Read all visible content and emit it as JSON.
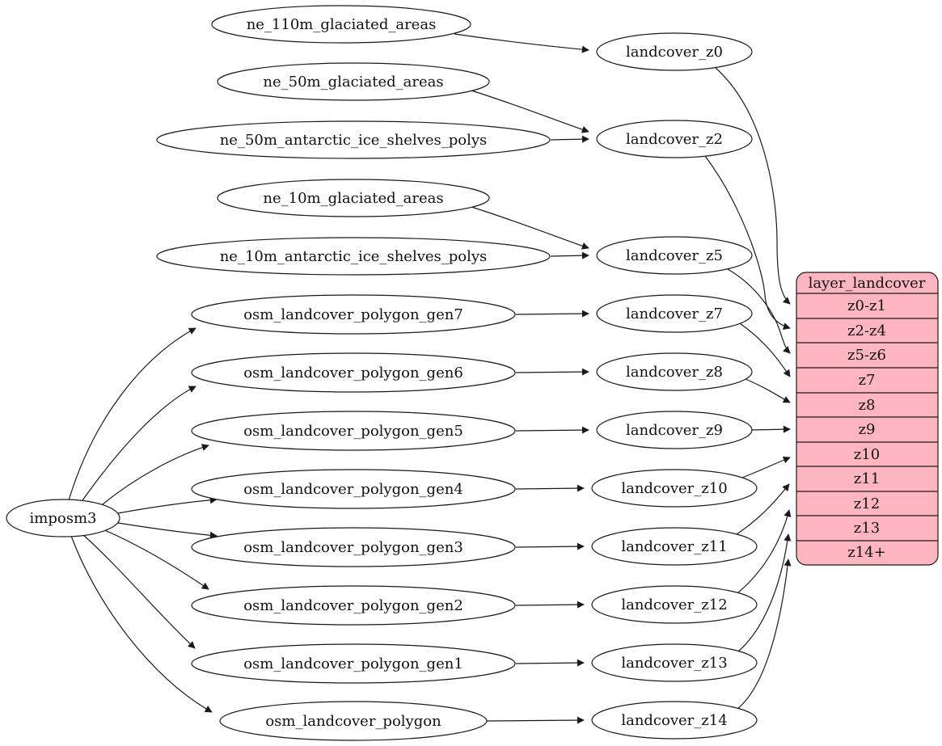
{
  "colors": {
    "background": "#ffffff",
    "node_fill": "#ffffff",
    "stroke": "#1a1a1a",
    "table_fill": "#ffb6c1"
  },
  "importer": {
    "label": "imposm3"
  },
  "sources": [
    "ne_110m_glaciated_areas",
    "ne_50m_glaciated_areas",
    "ne_50m_antarctic_ice_shelves_polys",
    "ne_10m_glaciated_areas",
    "ne_10m_antarctic_ice_shelves_polys",
    "osm_landcover_polygon_gen7",
    "osm_landcover_polygon_gen6",
    "osm_landcover_polygon_gen5",
    "osm_landcover_polygon_gen4",
    "osm_landcover_polygon_gen3",
    "osm_landcover_polygon_gen2",
    "osm_landcover_polygon_gen1",
    "osm_landcover_polygon"
  ],
  "layers": [
    "landcover_z0",
    "landcover_z2",
    "landcover_z5",
    "landcover_z7",
    "landcover_z8",
    "landcover_z9",
    "landcover_z10",
    "landcover_z11",
    "landcover_z12",
    "landcover_z13",
    "landcover_z14"
  ],
  "table": {
    "title": "layer_landcover",
    "rows": [
      "z0-z1",
      "z2-z4",
      "z5-z6",
      "z7",
      "z8",
      "z9",
      "z10",
      "z11",
      "z12",
      "z13",
      "z14+"
    ]
  },
  "edges": [
    {
      "from": "ne_110m_glaciated_areas",
      "to": "landcover_z0"
    },
    {
      "from": "ne_50m_glaciated_areas",
      "to": "landcover_z2"
    },
    {
      "from": "ne_50m_antarctic_ice_shelves_polys",
      "to": "landcover_z2"
    },
    {
      "from": "ne_10m_glaciated_areas",
      "to": "landcover_z5"
    },
    {
      "from": "ne_10m_antarctic_ice_shelves_polys",
      "to": "landcover_z5"
    },
    {
      "from": "osm_landcover_polygon_gen7",
      "to": "landcover_z7"
    },
    {
      "from": "osm_landcover_polygon_gen6",
      "to": "landcover_z8"
    },
    {
      "from": "osm_landcover_polygon_gen5",
      "to": "landcover_z9"
    },
    {
      "from": "osm_landcover_polygon_gen4",
      "to": "landcover_z10"
    },
    {
      "from": "osm_landcover_polygon_gen3",
      "to": "landcover_z11"
    },
    {
      "from": "osm_landcover_polygon_gen2",
      "to": "landcover_z12"
    },
    {
      "from": "osm_landcover_polygon_gen1",
      "to": "landcover_z13"
    },
    {
      "from": "osm_landcover_polygon",
      "to": "landcover_z14"
    },
    {
      "from": "imposm3",
      "to": "osm_landcover_polygon_gen7"
    },
    {
      "from": "imposm3",
      "to": "osm_landcover_polygon_gen6"
    },
    {
      "from": "imposm3",
      "to": "osm_landcover_polygon_gen5"
    },
    {
      "from": "imposm3",
      "to": "osm_landcover_polygon_gen4"
    },
    {
      "from": "imposm3",
      "to": "osm_landcover_polygon_gen3"
    },
    {
      "from": "imposm3",
      "to": "osm_landcover_polygon_gen2"
    },
    {
      "from": "imposm3",
      "to": "osm_landcover_polygon_gen1"
    },
    {
      "from": "imposm3",
      "to": "osm_landcover_polygon"
    },
    {
      "from": "landcover_z0",
      "to": "z0-z1"
    },
    {
      "from": "landcover_z2",
      "to": "z2-z4"
    },
    {
      "from": "landcover_z5",
      "to": "z5-z6"
    },
    {
      "from": "landcover_z7",
      "to": "z7"
    },
    {
      "from": "landcover_z8",
      "to": "z8"
    },
    {
      "from": "landcover_z9",
      "to": "z9"
    },
    {
      "from": "landcover_z10",
      "to": "z10"
    },
    {
      "from": "landcover_z11",
      "to": "z11"
    },
    {
      "from": "landcover_z12",
      "to": "z12"
    },
    {
      "from": "landcover_z13",
      "to": "z13"
    },
    {
      "from": "landcover_z14",
      "to": "z14+"
    }
  ]
}
